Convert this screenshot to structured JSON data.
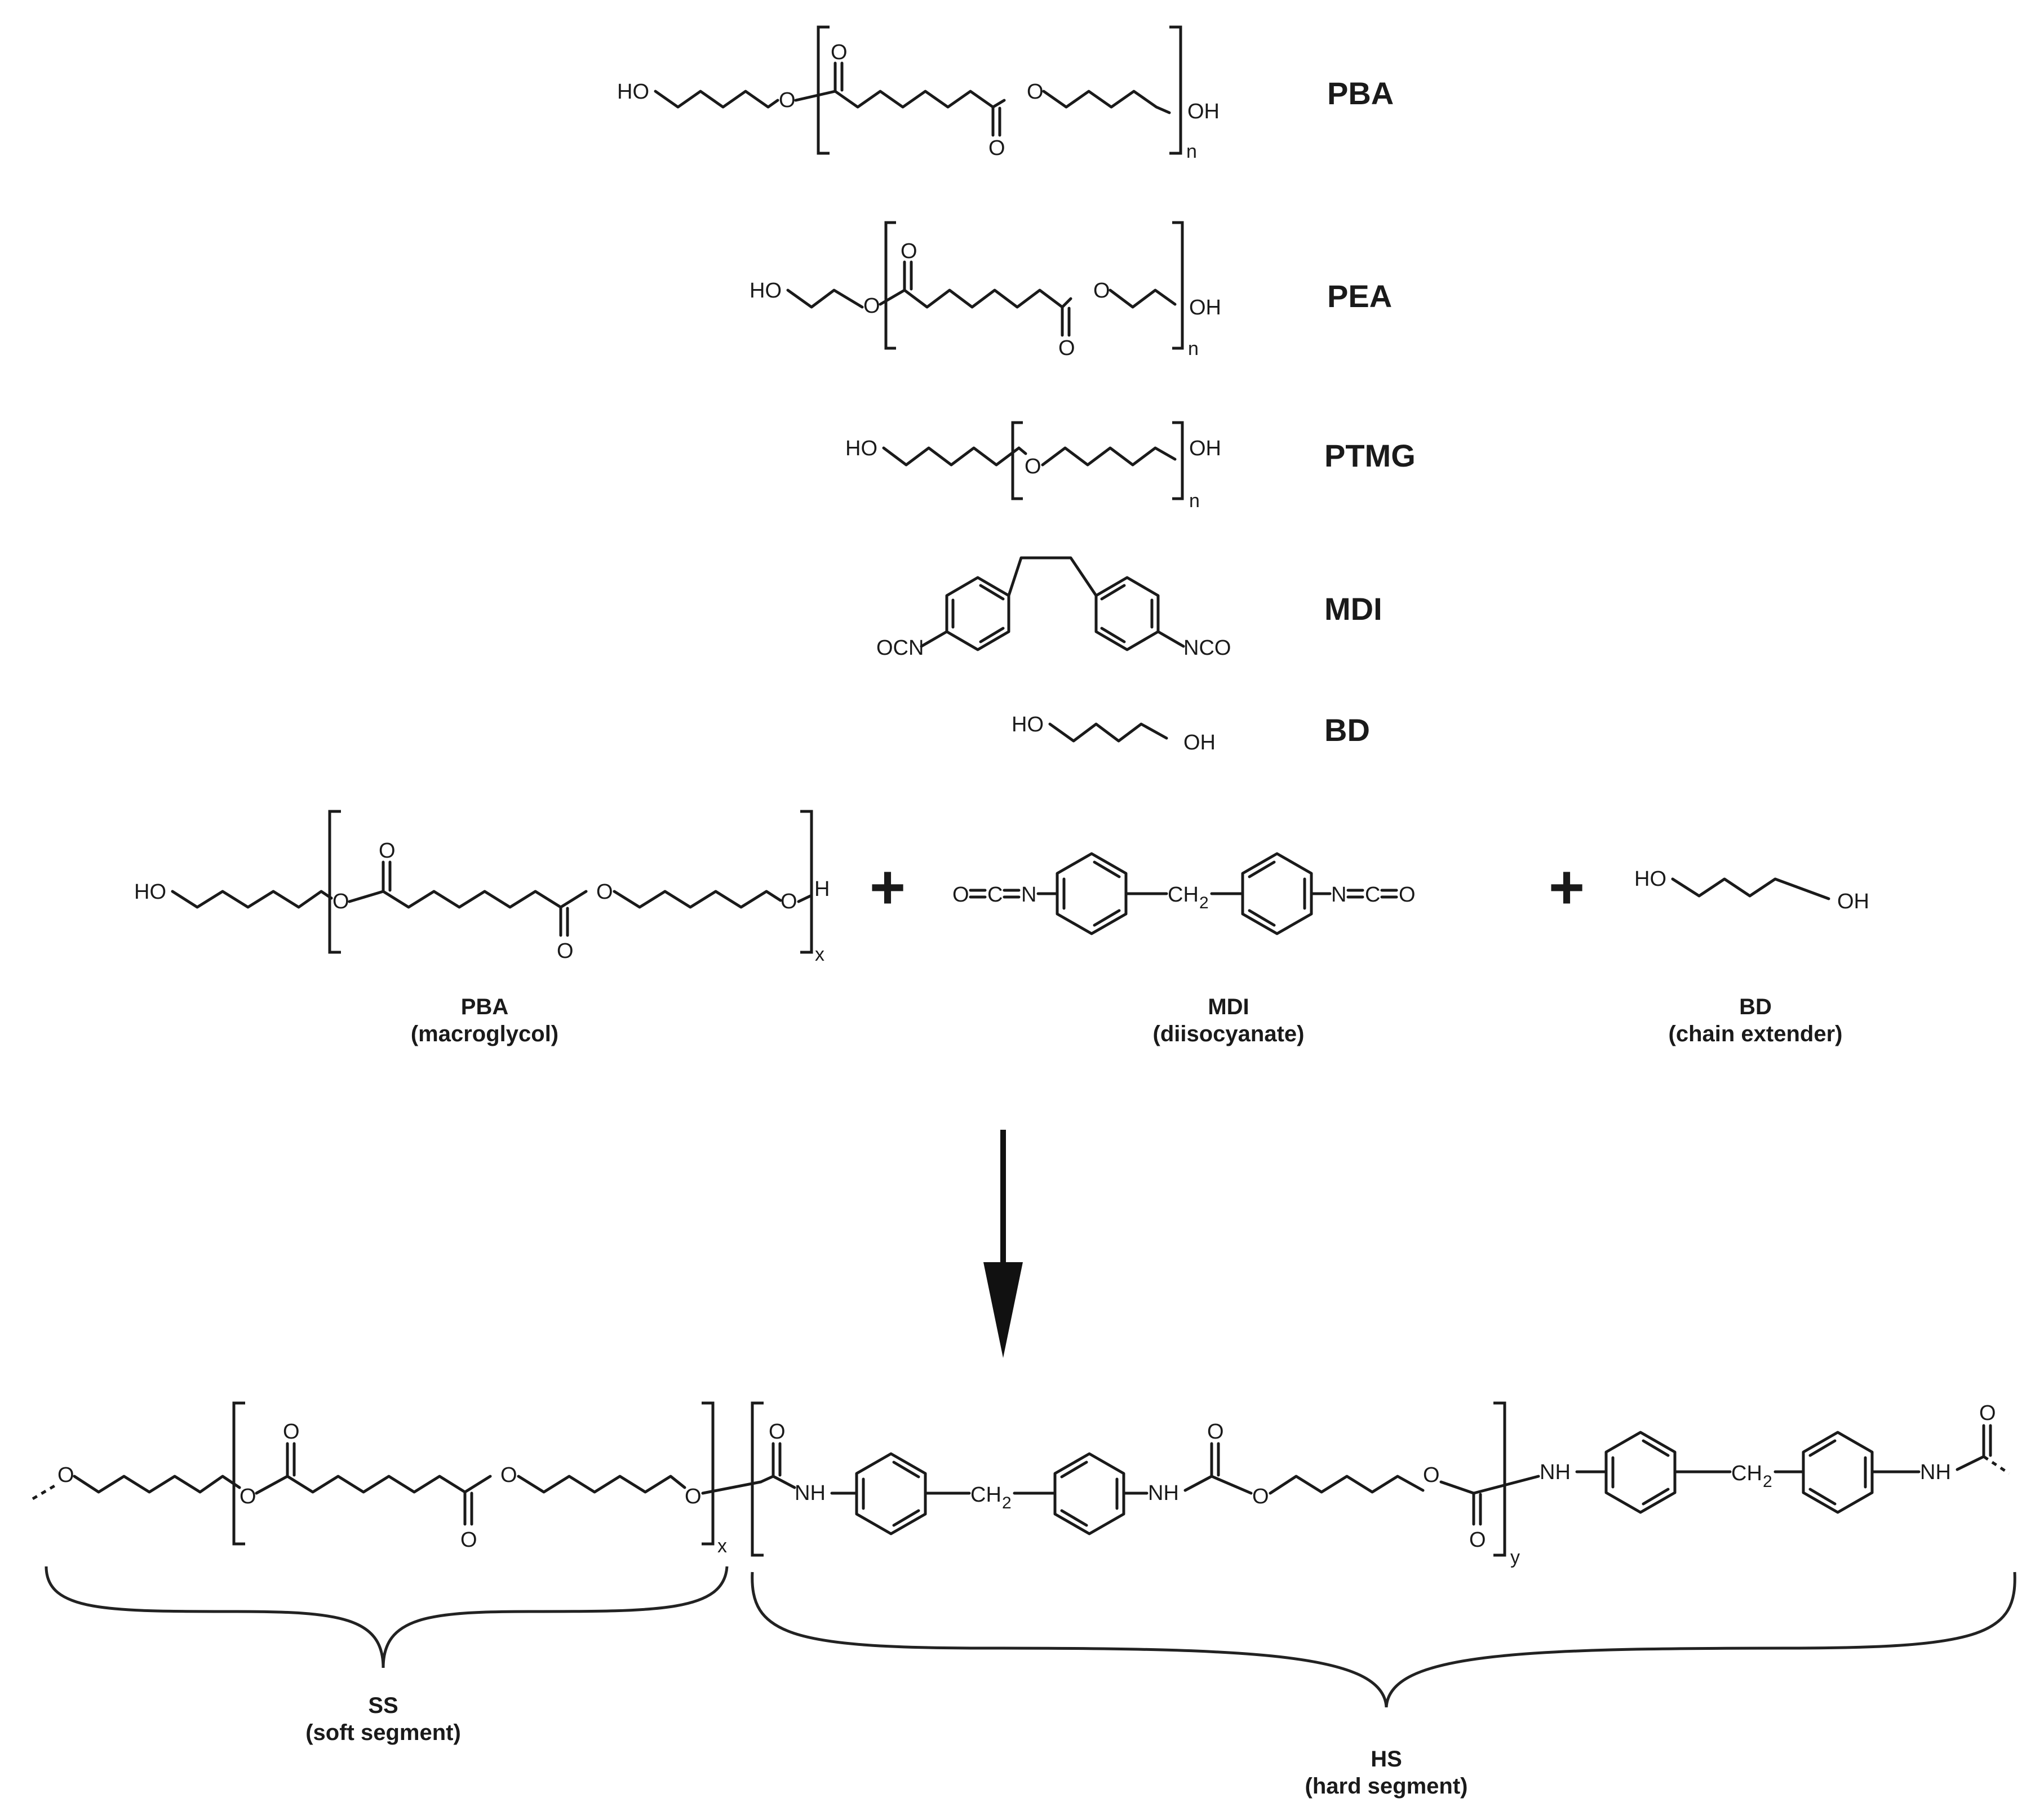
{
  "figure": {
    "compound_labels": {
      "pba": "PBA",
      "pea": "PEA",
      "ptmg": "PTMG",
      "mdi": "MDI",
      "bd": "BD"
    },
    "atoms": {
      "ho": "HO",
      "oh": "OH",
      "o": "O",
      "h": "H",
      "nh": "NH",
      "n": "N",
      "c": "C",
      "ch": "CH",
      "sub2": "2",
      "ocn": "OCN",
      "nco": "NCO"
    },
    "indices": {
      "n": "n",
      "x": "x",
      "y": "y"
    },
    "reaction": {
      "plus": "+",
      "pba_name": "PBA",
      "pba_role": "(macroglycol)",
      "mdi_name": "MDI",
      "mdi_role": "(diisocyanate)",
      "bd_name": "BD",
      "bd_role": "(chain extender)"
    },
    "segments": {
      "ss_name": "SS",
      "ss_desc": "(soft segment)",
      "hs_name": "HS",
      "hs_desc": "(hard segment)"
    }
  }
}
